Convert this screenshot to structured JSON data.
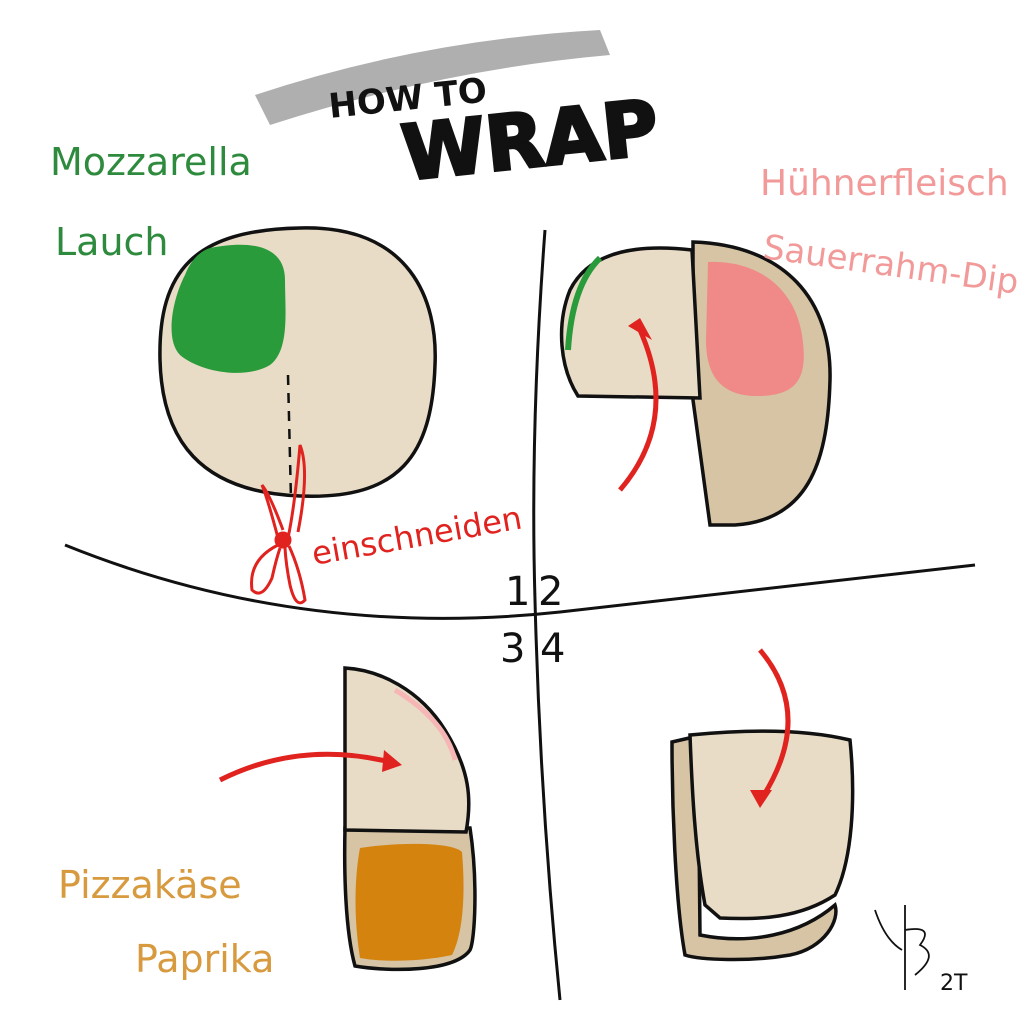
{
  "title": {
    "small": "HOW TO",
    "big": "WRAP"
  },
  "step1": {
    "fillings": [
      "Mozzarella",
      "Lauch"
    ],
    "action": "einschneiden"
  },
  "step2": {
    "fillings": [
      "Hühnerfleisch",
      "Sauerrahm-Dip"
    ]
  },
  "step3": {
    "fillings": [
      "Pizzakäse",
      "Paprika"
    ]
  },
  "step_numbers": [
    "1",
    "2",
    "3",
    "4"
  ],
  "signature": "2T",
  "colors": {
    "dough": "#e8dcc7",
    "dough_dark": "#d6c4a4",
    "mozzarella_lauch": "#2a9b3a",
    "huhn_dip": "#f08a88",
    "kaese_paprika": "#d4830f",
    "arrow": "#e0231f",
    "label_green": "#2e8b3e",
    "label_pink": "#f29a9a",
    "label_orange": "#d79a3f"
  },
  "icons": [
    "scissors-icon",
    "fold-arrow-icon"
  ]
}
